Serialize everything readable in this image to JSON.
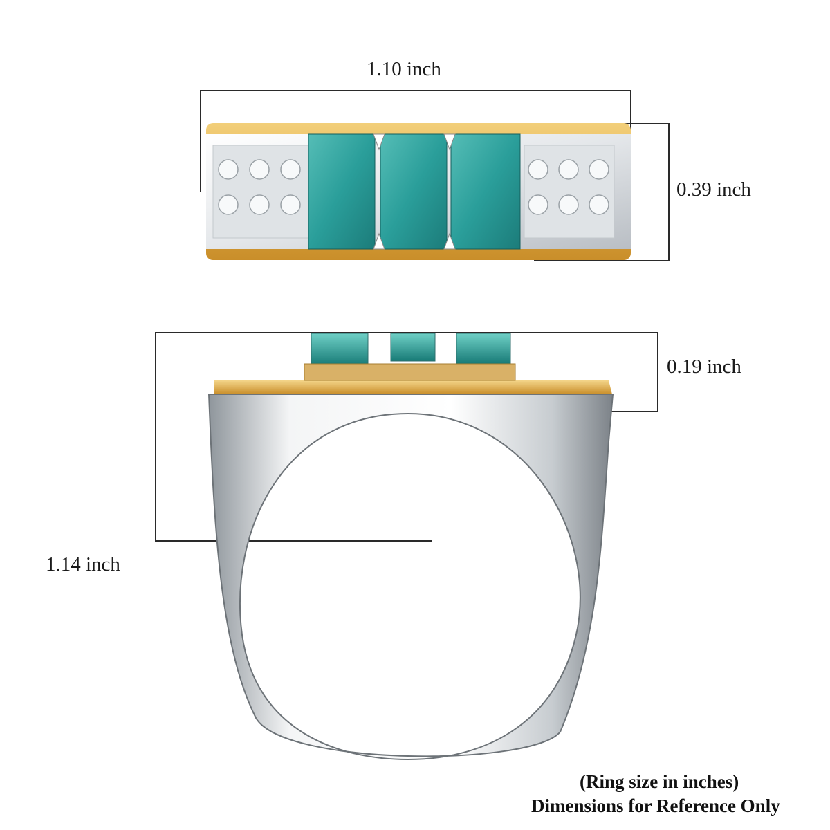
{
  "dimensions": {
    "top_width": "1.10 inch",
    "top_height": "0.39 inch",
    "side_height": "0.19 inch",
    "ring_height": "1.14 inch"
  },
  "note": {
    "line1": "(Ring size in inches)",
    "line2": "Dimensions for Reference Only"
  },
  "colors": {
    "gold": "#e5b24a",
    "silver": "#e9ecef",
    "gem": "#2a9e9a",
    "line": "#2a2a2a"
  }
}
